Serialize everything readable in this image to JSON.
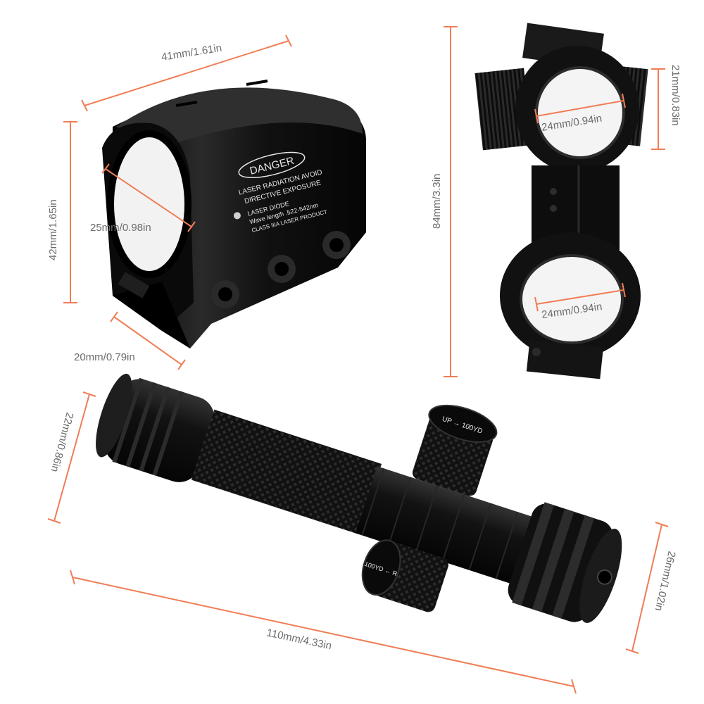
{
  "colors": {
    "accent": "#f07d55",
    "label": "#6b6b6b",
    "metal": "#141414",
    "metal_highlight": "#3a3a3a"
  },
  "products": {
    "ring_mount": {
      "icon": "laser-ring-mount-image",
      "width_label": "41mm/1.61in",
      "height_label": "42mm/1.65in",
      "inner_diameter_label": "25mm/0.98in",
      "rail_label": "20mm/0.79in",
      "engraving": {
        "badge": "DANGER",
        "line1": "LASER RADIATION AVOID",
        "line2": "DIRECTIVE  EXPOSURE",
        "line3": "LASER DIODE",
        "line4": "Wave length .522-542nm",
        "line5": "CLASS IIIA LASER PRODUCT"
      }
    },
    "double_ring_mount": {
      "icon": "double-ring-barrel-mount-image",
      "height_label": "84mm/3.3in",
      "top_ring_label": "24mm/0.94in",
      "bottom_ring_label": "24mm/0.94in",
      "rail_height_label": "21mm/0.83in"
    },
    "laser_sight": {
      "icon": "laser-sight-image",
      "length_label": "110mm/4.33in",
      "tail_diameter_label": "22mm/0.86in",
      "head_diameter_label": "26mm/1.02in",
      "top_knob_text": "UP → 100YD",
      "side_knob_text": "100YD ← R"
    }
  }
}
